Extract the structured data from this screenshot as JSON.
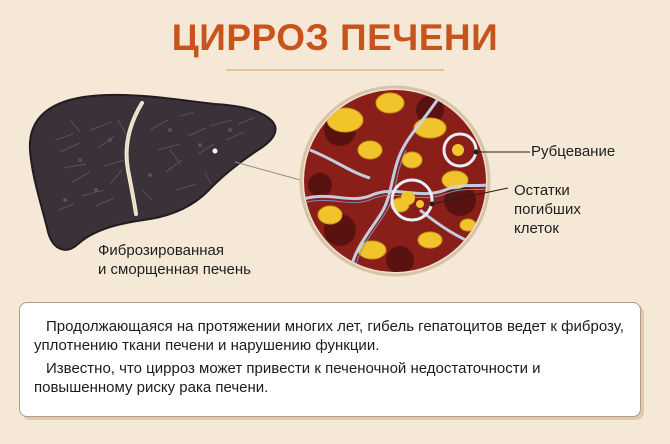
{
  "title": "ЦИРРОЗ ПЕЧЕНИ",
  "labels": {
    "liver_line1": "Фиброзированная",
    "liver_line2": "и сморщенная печень",
    "scarring": "Рубцевание",
    "remnants_line1": "Остатки",
    "remnants_line2": "погибших",
    "remnants_line3": "клеток"
  },
  "info": {
    "paragraph1": "Продолжающаяся на протяжении многих лет, гибель гепатоцитов ведет к фиброзу, уплотнению ткани печени и нарушению функции.",
    "paragraph2": "Известно, что цирроз может привести к печеночной недостаточности и повышенному риску рака печени."
  },
  "colors": {
    "background": "#f5e8d6",
    "title": "#c8531c",
    "liver": "#3a3238",
    "tissue": "#8a1f1a",
    "fat": "#f2c42b",
    "fibrous": "#c9d6ea"
  },
  "icons": {
    "liver": "cirrhotic-liver-illustration",
    "tissue": "liver-tissue-magnified-circle"
  }
}
